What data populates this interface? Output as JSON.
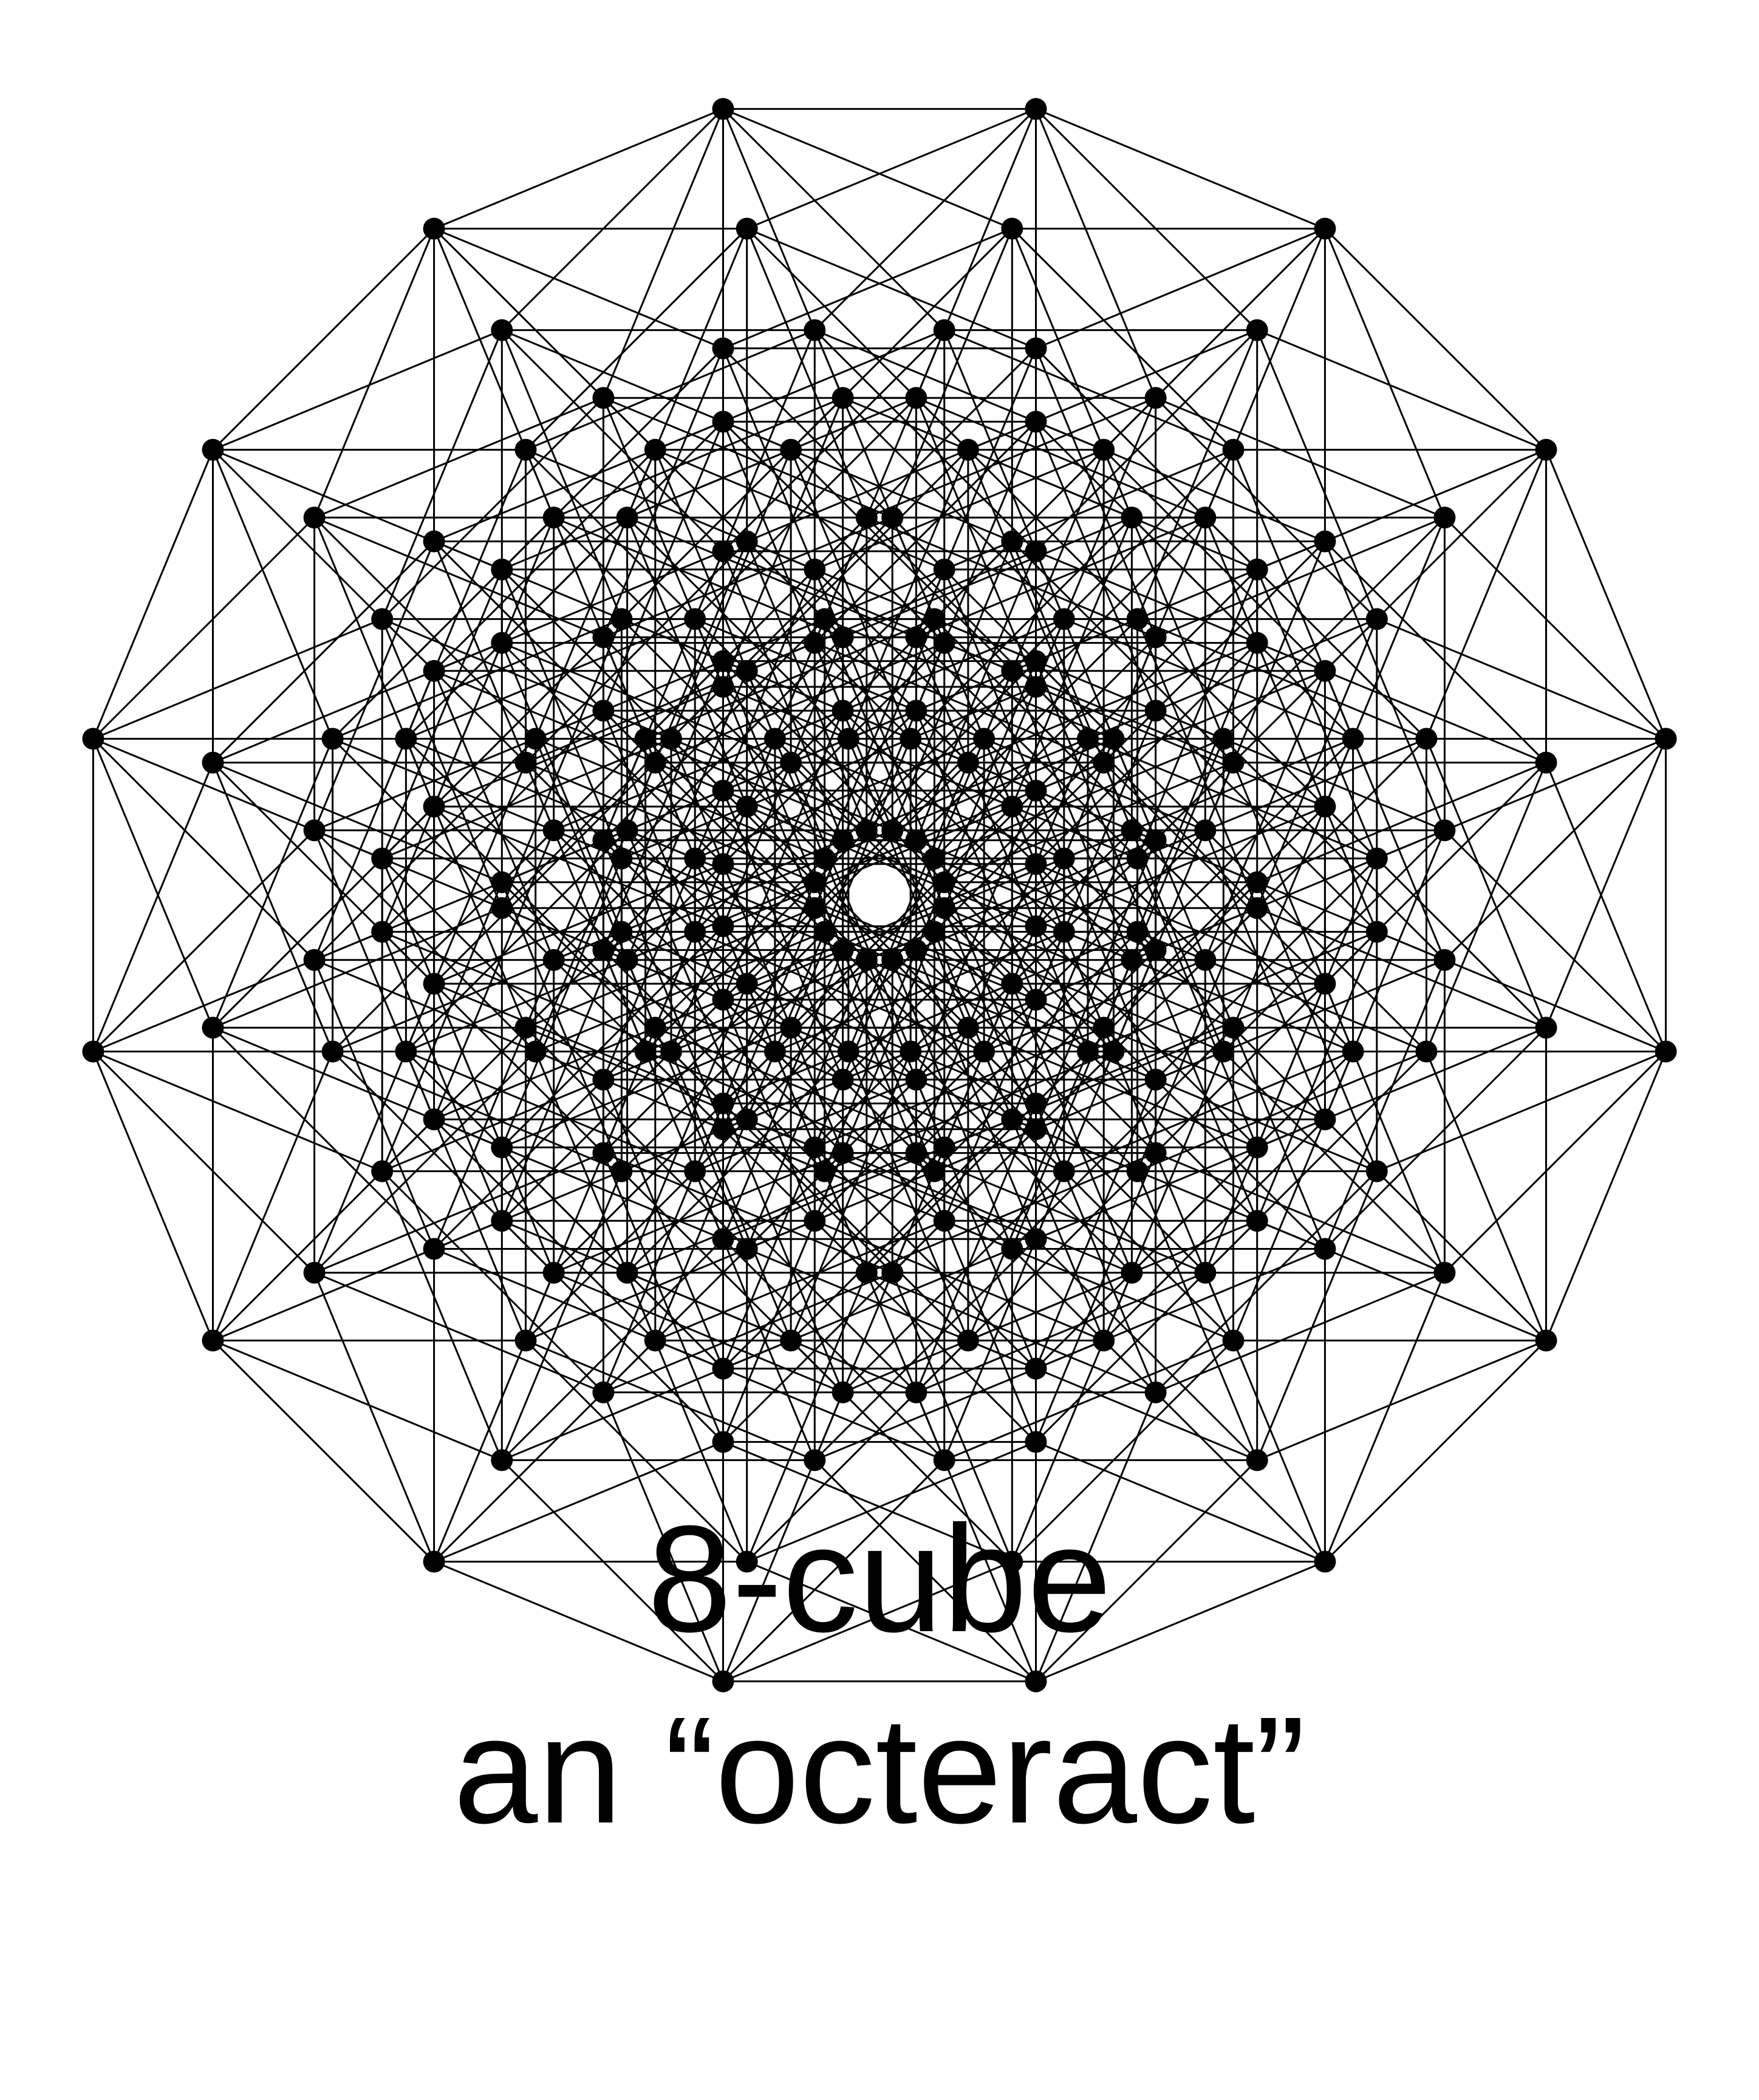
{
  "figure": {
    "title": "8-cube",
    "subtitle": "an “octeract”",
    "colors": {
      "ink": "#000000",
      "background": "#ffffff"
    },
    "polytope": {
      "dimension": 8,
      "projection": "Petrie polygon (16-gon)"
    }
  }
}
